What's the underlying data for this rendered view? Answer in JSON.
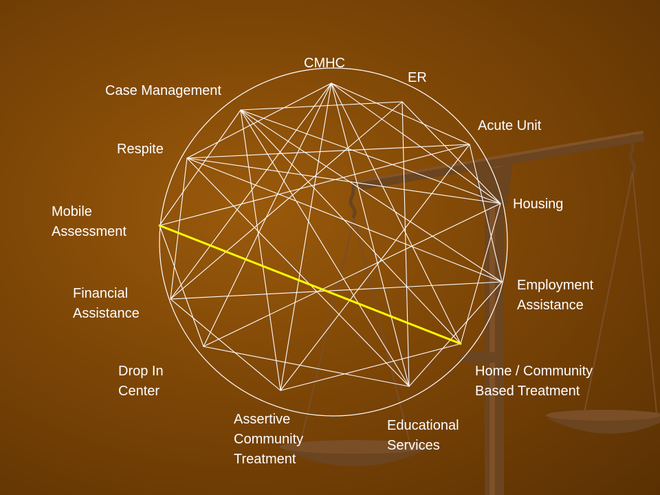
{
  "colors": {
    "line": "#ffffff",
    "highlight": "#ffff00",
    "label_text": "#ffffff",
    "scale_metal": "#6b4420"
  },
  "decoration": {
    "background_icon": "balance-scale-icon"
  },
  "nodes": [
    {
      "id": "cmhc",
      "label": "CMHC"
    },
    {
      "id": "er",
      "label": "ER"
    },
    {
      "id": "acute-unit",
      "label": "Acute Unit"
    },
    {
      "id": "housing",
      "label": "Housing"
    },
    {
      "id": "employment-assistance",
      "label": "Employment\nAssistance"
    },
    {
      "id": "home-community-based-treatment",
      "label": "Home / Community\nBased Treatment"
    },
    {
      "id": "educational-services",
      "label": "Educational\nServices"
    },
    {
      "id": "assertive-community-treatment",
      "label": "Assertive\nCommunity\nTreatment"
    },
    {
      "id": "drop-in-center",
      "label": "Drop In\nCenter"
    },
    {
      "id": "financial-assistance",
      "label": "Financial\nAssistance"
    },
    {
      "id": "mobile-assessment",
      "label": "Mobile\nAssessment"
    },
    {
      "id": "respite",
      "label": "Respite"
    },
    {
      "id": "case-management",
      "label": "Case Management"
    }
  ],
  "highlighted_connection": [
    "mobile-assessment",
    "home-community-based-treatment"
  ]
}
